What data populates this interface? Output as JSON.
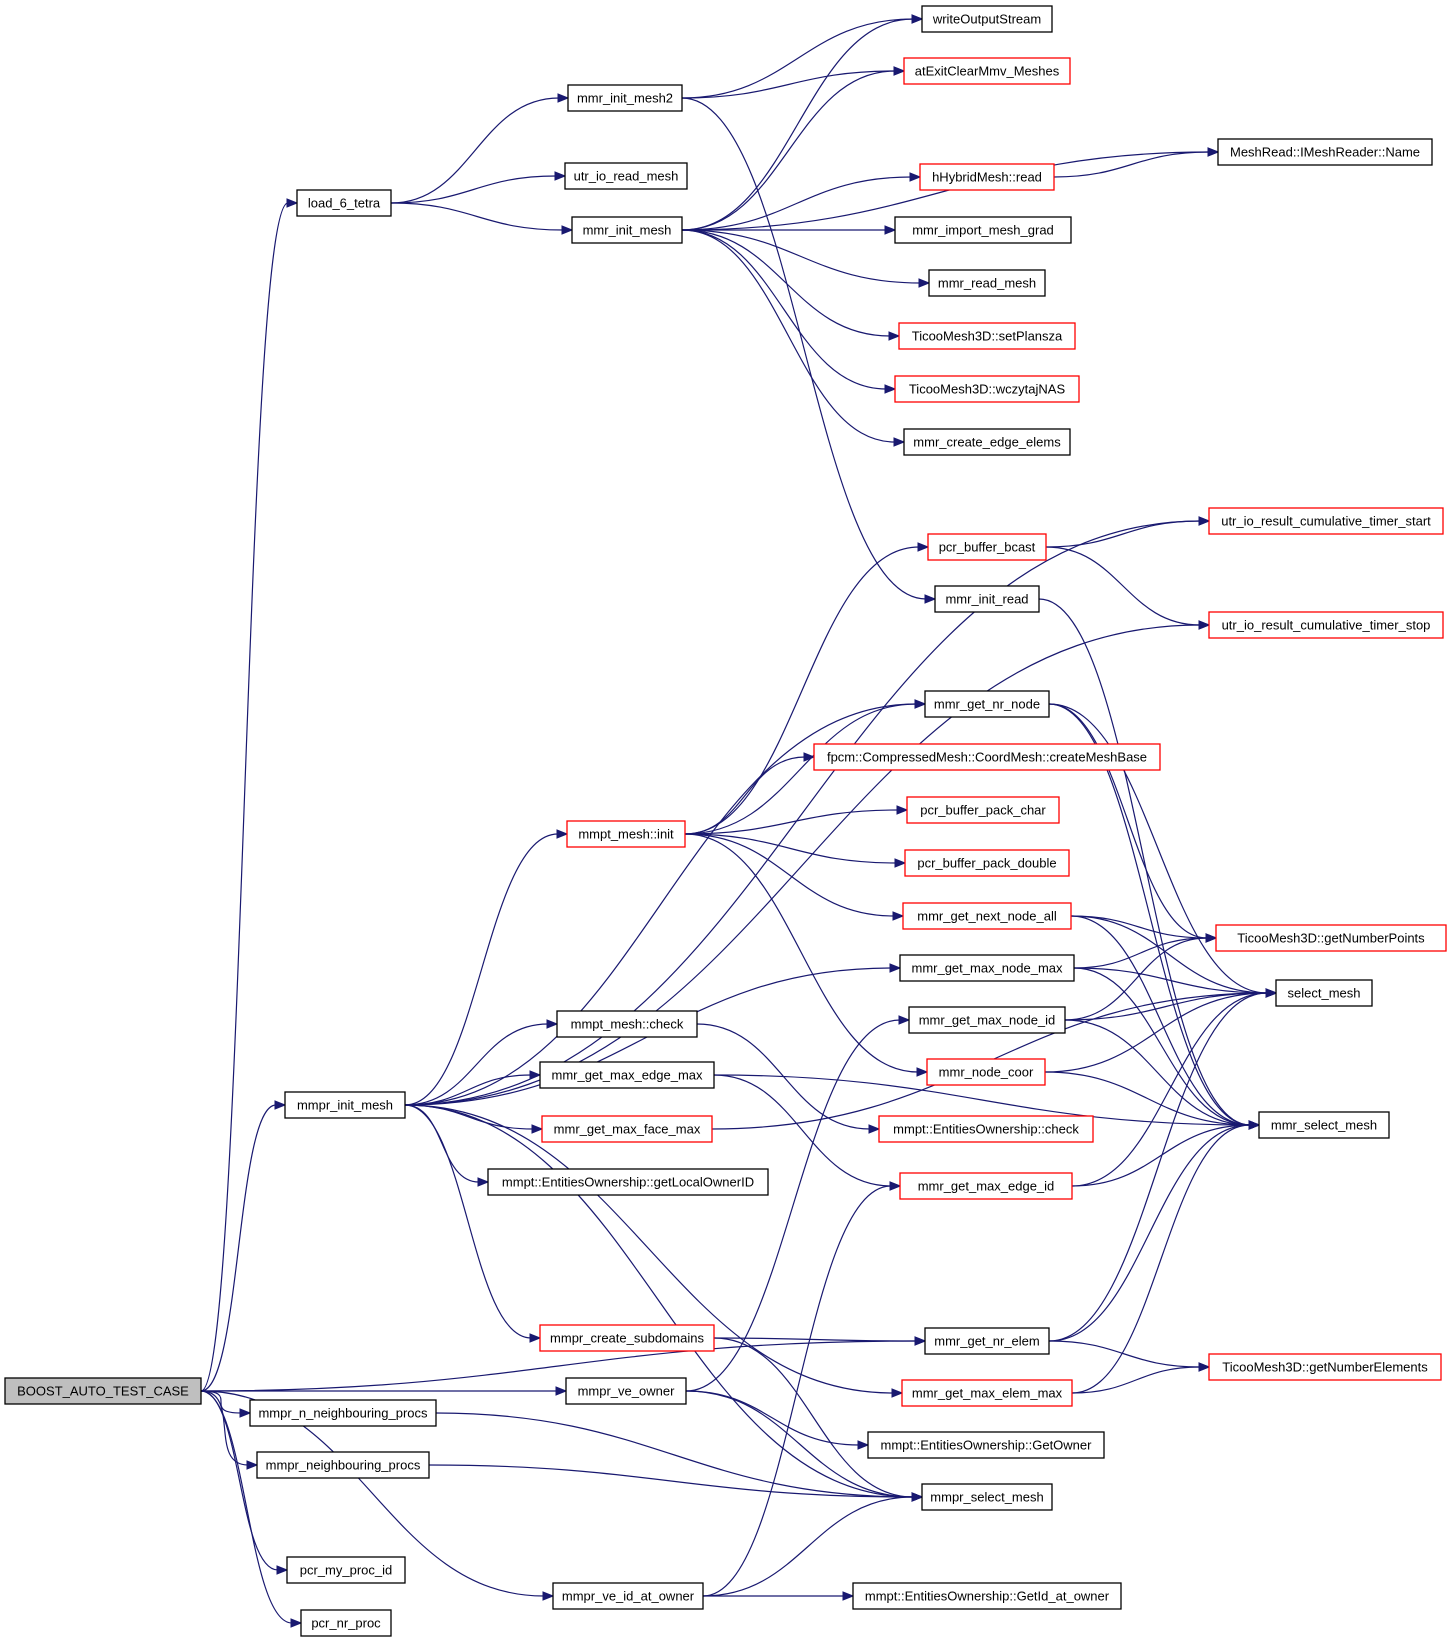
{
  "colors": {
    "edge": "#191970",
    "node_border": "#000000",
    "node_border_incomplete": "#ff0000",
    "root_fill": "#bfbfbf",
    "node_fill": "#ffffff"
  },
  "nodes": [
    {
      "id": "root",
      "label": "BOOST_AUTO_TEST_CASE",
      "style": "root"
    },
    {
      "id": "load6",
      "label": "load_6_tetra",
      "style": "black"
    },
    {
      "id": "initmesh2",
      "label": "mmr_init_mesh2",
      "style": "black"
    },
    {
      "id": "utrread",
      "label": "utr_io_read_mesh",
      "style": "black"
    },
    {
      "id": "initmesh",
      "label": "mmr_init_mesh",
      "style": "black"
    },
    {
      "id": "writeout",
      "label": "writeOutputStream",
      "style": "black"
    },
    {
      "id": "atexit",
      "label": "atExitClearMmv_Meshes",
      "style": "red"
    },
    {
      "id": "meshread",
      "label": "MeshRead::IMeshReader::Name",
      "style": "black"
    },
    {
      "id": "hhybrid",
      "label": "hHybridMesh::read",
      "style": "red"
    },
    {
      "id": "importgrad",
      "label": "mmr_import_mesh_grad",
      "style": "black"
    },
    {
      "id": "readmesh",
      "label": "mmr_read_mesh",
      "style": "black"
    },
    {
      "id": "setplansza",
      "label": "TicooMesh3D::setPlansza",
      "style": "red"
    },
    {
      "id": "wczytaj",
      "label": "TicooMesh3D::wczytajNAS",
      "style": "red"
    },
    {
      "id": "createedge",
      "label": "mmr_create_edge_elems",
      "style": "black"
    },
    {
      "id": "timerstart",
      "label": "utr_io_result_cumulative_timer_start",
      "style": "red"
    },
    {
      "id": "bcast",
      "label": "pcr_buffer_bcast",
      "style": "red"
    },
    {
      "id": "initread",
      "label": "mmr_init_read",
      "style": "black"
    },
    {
      "id": "timerstop",
      "label": "utr_io_result_cumulative_timer_stop",
      "style": "red"
    },
    {
      "id": "nrnode",
      "label": "mmr_get_nr_node",
      "style": "black"
    },
    {
      "id": "fpcm",
      "label": "fpcm::CompressedMesh::CoordMesh::createMeshBase",
      "style": "red"
    },
    {
      "id": "packchar",
      "label": "pcr_buffer_pack_char",
      "style": "red"
    },
    {
      "id": "mmptinit",
      "label": "mmpt_mesh::init",
      "style": "red"
    },
    {
      "id": "packdouble",
      "label": "pcr_buffer_pack_double",
      "style": "red"
    },
    {
      "id": "nextnode",
      "label": "mmr_get_next_node_all",
      "style": "red"
    },
    {
      "id": "getnumpts",
      "label": "TicooMesh3D::getNumberPoints",
      "style": "red"
    },
    {
      "id": "maxnodemax",
      "label": "mmr_get_max_node_max",
      "style": "black"
    },
    {
      "id": "selectmesh",
      "label": "select_mesh",
      "style": "black"
    },
    {
      "id": "maxnodeid",
      "label": "mmr_get_max_node_id",
      "style": "black"
    },
    {
      "id": "mmptcheck",
      "label": "mmpt_mesh::check",
      "style": "black"
    },
    {
      "id": "nodecoor",
      "label": "mmr_node_coor",
      "style": "red"
    },
    {
      "id": "maxedgemax",
      "label": "mmr_get_max_edge_max",
      "style": "black"
    },
    {
      "id": "mmprinit",
      "label": "mmpr_init_mesh",
      "style": "black"
    },
    {
      "id": "mmrselect",
      "label": "mmr_select_mesh",
      "style": "black"
    },
    {
      "id": "eocheck",
      "label": "mmpt::EntitiesOwnership::check",
      "style": "red"
    },
    {
      "id": "maxfacemax",
      "label": "mmr_get_max_face_max",
      "style": "red"
    },
    {
      "id": "getlocalowner",
      "label": "mmpt::EntitiesOwnership::getLocalOwnerID",
      "style": "black"
    },
    {
      "id": "maxedgeid",
      "label": "mmr_get_max_edge_id",
      "style": "red"
    },
    {
      "id": "createsub",
      "label": "mmpr_create_subdomains",
      "style": "red"
    },
    {
      "id": "nrelem",
      "label": "mmr_get_nr_elem",
      "style": "black"
    },
    {
      "id": "getnumelem",
      "label": "TicooMesh3D::getNumberElements",
      "style": "red"
    },
    {
      "id": "veowner",
      "label": "mmpr_ve_owner",
      "style": "black"
    },
    {
      "id": "maxelemmax",
      "label": "mmr_get_max_elem_max",
      "style": "red"
    },
    {
      "id": "nneigh",
      "label": "mmpr_n_neighbouring_procs",
      "style": "black"
    },
    {
      "id": "getowner",
      "label": "mmpt::EntitiesOwnership::GetOwner",
      "style": "black"
    },
    {
      "id": "neigh",
      "label": "mmpr_neighbouring_procs",
      "style": "black"
    },
    {
      "id": "mmprselect",
      "label": "mmpr_select_mesh",
      "style": "black"
    },
    {
      "id": "myproc",
      "label": "pcr_my_proc_id",
      "style": "black"
    },
    {
      "id": "veidowner",
      "label": "mmpr_ve_id_at_owner",
      "style": "black"
    },
    {
      "id": "getidowner",
      "label": "mmpt::EntitiesOwnership::GetId_at_owner",
      "style": "black"
    },
    {
      "id": "nrproc",
      "label": "pcr_nr_proc",
      "style": "black"
    }
  ],
  "edges": [
    [
      "root",
      "load6"
    ],
    [
      "root",
      "mmprinit"
    ],
    [
      "root",
      "nrelem"
    ],
    [
      "root",
      "veowner"
    ],
    [
      "root",
      "nneigh"
    ],
    [
      "root",
      "neigh"
    ],
    [
      "root",
      "myproc"
    ],
    [
      "root",
      "veidowner"
    ],
    [
      "root",
      "nrproc"
    ],
    [
      "load6",
      "initmesh2"
    ],
    [
      "load6",
      "utrread"
    ],
    [
      "load6",
      "initmesh"
    ],
    [
      "initmesh2",
      "writeout"
    ],
    [
      "initmesh2",
      "atexit"
    ],
    [
      "initmesh2",
      "initread"
    ],
    [
      "initmesh",
      "writeout"
    ],
    [
      "initmesh",
      "atexit"
    ],
    [
      "initmesh",
      "meshread"
    ],
    [
      "initmesh",
      "hhybrid"
    ],
    [
      "initmesh",
      "importgrad"
    ],
    [
      "initmesh",
      "readmesh"
    ],
    [
      "initmesh",
      "setplansza"
    ],
    [
      "initmesh",
      "wczytaj"
    ],
    [
      "initmesh",
      "createedge"
    ],
    [
      "hhybrid",
      "meshread"
    ],
    [
      "bcast",
      "timerstart"
    ],
    [
      "bcast",
      "timerstop"
    ],
    [
      "initread",
      "mmrselect"
    ],
    [
      "nrnode",
      "getnumpts"
    ],
    [
      "nrnode",
      "selectmesh"
    ],
    [
      "nrnode",
      "mmrselect"
    ],
    [
      "mmptinit",
      "bcast"
    ],
    [
      "mmptinit",
      "nrnode"
    ],
    [
      "mmptinit",
      "fpcm"
    ],
    [
      "mmptinit",
      "packchar"
    ],
    [
      "mmptinit",
      "packdouble"
    ],
    [
      "mmptinit",
      "nextnode"
    ],
    [
      "mmptinit",
      "nodecoor"
    ],
    [
      "nextnode",
      "getnumpts"
    ],
    [
      "nextnode",
      "selectmesh"
    ],
    [
      "nextnode",
      "mmrselect"
    ],
    [
      "maxnodemax",
      "getnumpts"
    ],
    [
      "maxnodemax",
      "selectmesh"
    ],
    [
      "maxnodemax",
      "mmrselect"
    ],
    [
      "maxnodeid",
      "getnumpts"
    ],
    [
      "maxnodeid",
      "selectmesh"
    ],
    [
      "maxnodeid",
      "mmrselect"
    ],
    [
      "mmptcheck",
      "eocheck"
    ],
    [
      "nodecoor",
      "selectmesh"
    ],
    [
      "nodecoor",
      "mmrselect"
    ],
    [
      "maxedgemax",
      "maxedgeid"
    ],
    [
      "maxedgemax",
      "mmrselect"
    ],
    [
      "maxfacemax",
      "selectmesh"
    ],
    [
      "maxedgeid",
      "selectmesh"
    ],
    [
      "maxedgeid",
      "mmrselect"
    ],
    [
      "mmprinit",
      "timerstart"
    ],
    [
      "mmprinit",
      "timerstop"
    ],
    [
      "mmprinit",
      "nrnode"
    ],
    [
      "mmprinit",
      "mmptinit"
    ],
    [
      "mmprinit",
      "maxnodemax"
    ],
    [
      "mmprinit",
      "mmptcheck"
    ],
    [
      "mmprinit",
      "maxedgemax"
    ],
    [
      "mmprinit",
      "maxfacemax"
    ],
    [
      "mmprinit",
      "getlocalowner"
    ],
    [
      "mmprinit",
      "createsub"
    ],
    [
      "mmprinit",
      "maxelemmax"
    ],
    [
      "mmprinit",
      "mmprselect"
    ],
    [
      "createsub",
      "nrelem"
    ],
    [
      "createsub",
      "mmprselect"
    ],
    [
      "nrelem",
      "selectmesh"
    ],
    [
      "nrelem",
      "getnumelem"
    ],
    [
      "nrelem",
      "mmrselect"
    ],
    [
      "veowner",
      "maxnodeid"
    ],
    [
      "veowner",
      "getowner"
    ],
    [
      "veowner",
      "mmprselect"
    ],
    [
      "maxelemmax",
      "getnumelem"
    ],
    [
      "maxelemmax",
      "mmrselect"
    ],
    [
      "nneigh",
      "mmprselect"
    ],
    [
      "neigh",
      "mmprselect"
    ],
    [
      "veidowner",
      "maxedgeid"
    ],
    [
      "veidowner",
      "mmprselect"
    ],
    [
      "veidowner",
      "getidowner"
    ]
  ]
}
